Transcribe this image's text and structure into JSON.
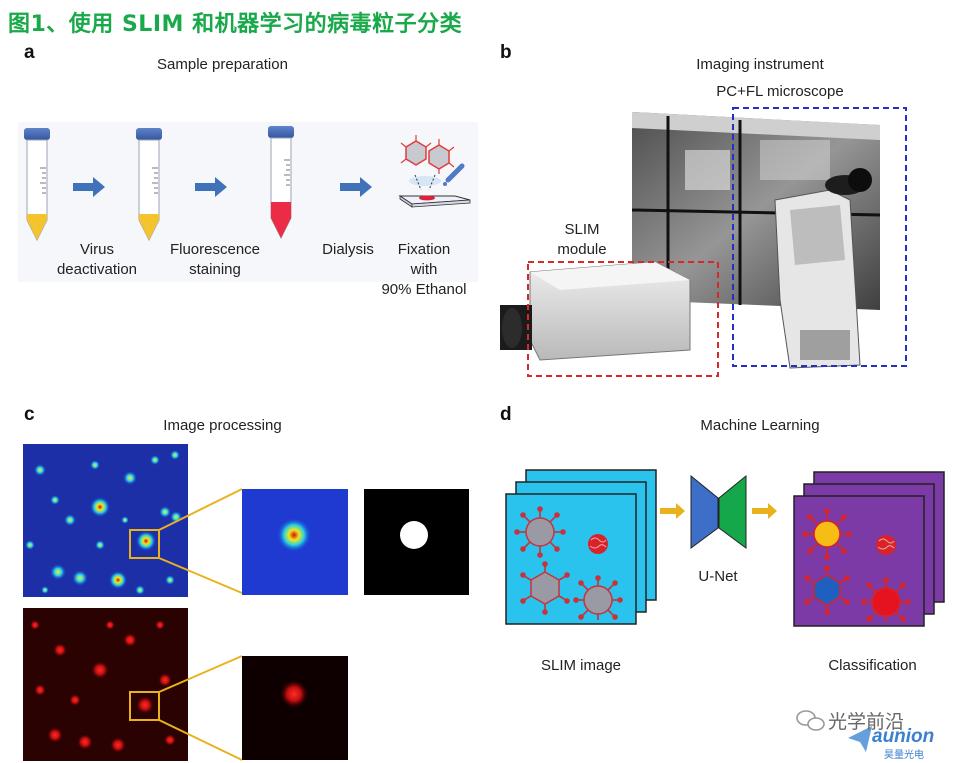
{
  "figure_title": "图1、使用 SLIM 和机器学习的病毒粒子分类",
  "panels": {
    "a": {
      "letter": "a",
      "heading": "Sample preparation",
      "steps": [
        "Virus deactivation",
        "Fluorescence staining",
        "Dialysis",
        "Fixation with 90% Ethanol"
      ],
      "step_lines": {
        "s1": [
          "Virus",
          "deactivation"
        ],
        "s2": [
          "Fluorescence",
          "staining"
        ],
        "s3": [
          "Dialysis"
        ],
        "s4": [
          "Fixation",
          "with",
          "90% Ethanol"
        ]
      }
    },
    "b": {
      "letter": "b",
      "heading": "Imaging instrument",
      "microscope_label": "PC+FL microscope",
      "slim_label_1": "SLIM",
      "slim_label_2": "module"
    },
    "c": {
      "letter": "c",
      "heading": "Image processing"
    },
    "d": {
      "letter": "d",
      "heading": "Machine Learning",
      "unet_label": "U-Net",
      "input_label": "SLIM  image",
      "output_label": "Classification"
    }
  },
  "watermark": {
    "text": "光学前沿",
    "brand": "aunion",
    "brand_sub": "昊量光电"
  },
  "colors": {
    "title_green": "#1aa94a",
    "arrow_blue": "#3f72b8",
    "box_red": "#d42a2a",
    "box_blue": "#2230c8",
    "slim_cyan": "#29c3ee",
    "class_purple": "#7b3aa6",
    "zoom_yellow": "#e9b21d",
    "unet_blue": "#3d6ec8",
    "unet_green": "#14a84a"
  }
}
